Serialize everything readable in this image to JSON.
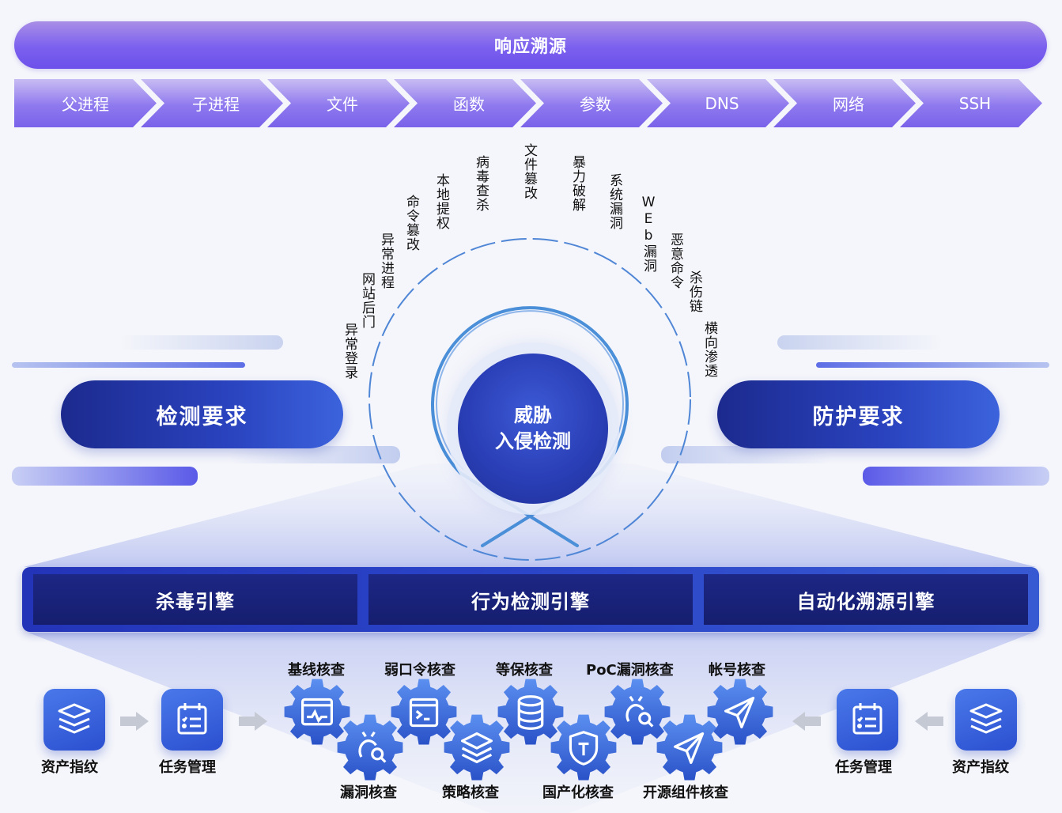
{
  "top_banner": {
    "title": "响应溯源"
  },
  "trace_steps": [
    "父进程",
    "子进程",
    "文件",
    "函数",
    "参数",
    "DNS",
    "网络",
    "SSH"
  ],
  "arc_labels": [
    "异常登录",
    "网站后门",
    "异常进程",
    "命令篡改",
    "本地提权",
    "病毒查杀",
    "文件篡改",
    "暴力破解",
    "系统漏洞",
    "WEb漏洞",
    "恶意命令",
    "杀伤链",
    "横向渗透"
  ],
  "left_pill": {
    "label": "检测要求"
  },
  "right_pill": {
    "label": "防护要求"
  },
  "center": {
    "line1": "威胁",
    "line2": "入侵检测"
  },
  "engines": [
    "杀毒引擎",
    "行为检测引擎",
    "自动化溯源引擎"
  ],
  "left_flow": {
    "asset": "资产指纹",
    "task": "任务管理"
  },
  "right_flow": {
    "task": "任务管理",
    "asset": "资产指纹"
  },
  "checks_top": [
    "基线核查",
    "弱口令核查",
    "等保核查",
    "PoC漏洞核查",
    "帐号核查"
  ],
  "checks_bottom": [
    "漏洞核查",
    "策略核查",
    "国产化核查",
    "开源组件核查"
  ],
  "icons": {
    "asset": "layers-icon",
    "task": "calendar-checklist-icon",
    "baseline": "monitor-chart-icon",
    "vuln": "bug-search-icon",
    "weakpass": "terminal-icon",
    "policy": "layers-icon",
    "compliance": "database-icon",
    "domestic": "shield-t-icon",
    "poc": "bug-search-icon",
    "opensource": "paper-plane-icon",
    "account": "paper-plane-icon"
  },
  "colors": {
    "primary": "#2a43bf",
    "banner": "#7b60ef",
    "engine_bg": "#151e6e"
  }
}
